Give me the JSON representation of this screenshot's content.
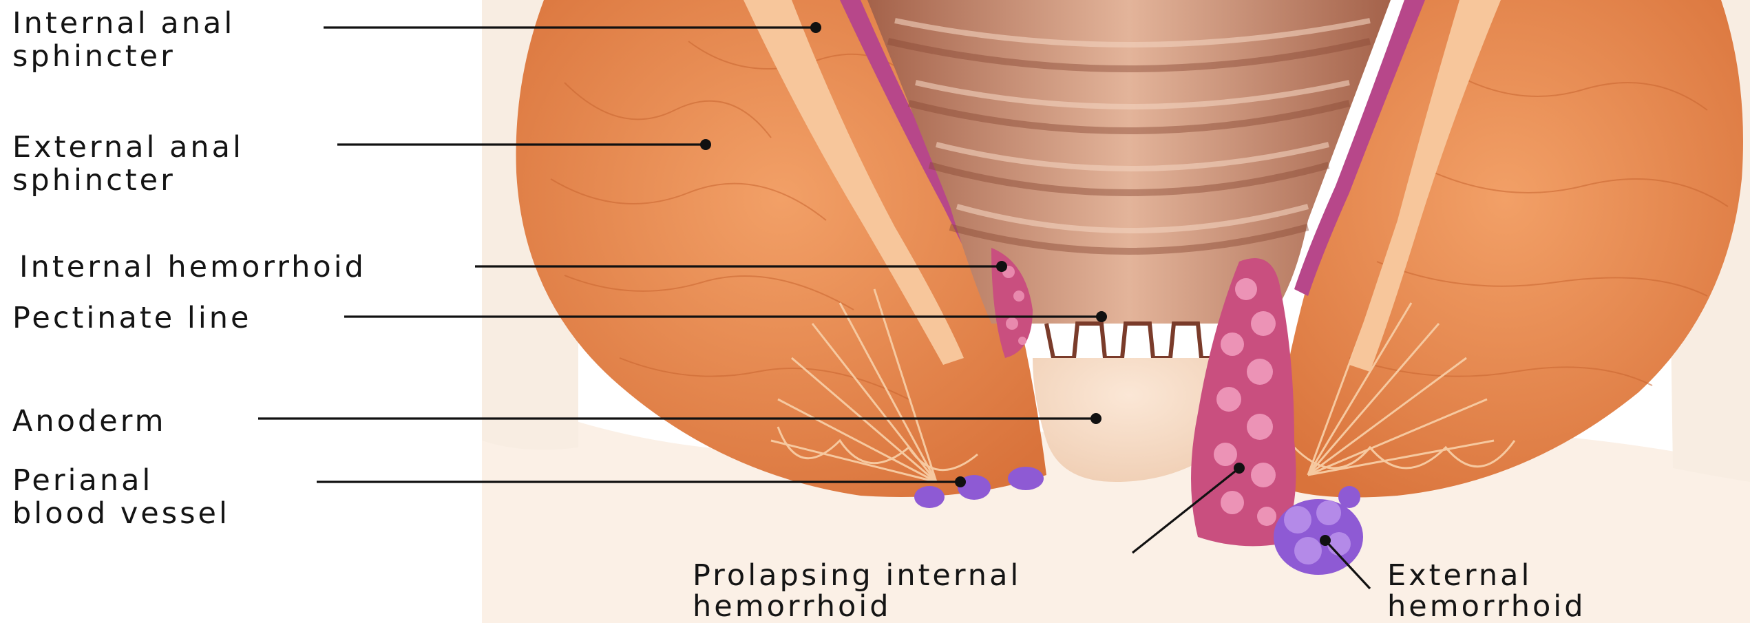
{
  "labels": {
    "internal_anal_sphincter": [
      "Internal anal",
      "sphincter"
    ],
    "external_anal_sphincter": [
      "External anal",
      "sphincter"
    ],
    "internal_hemorrhoid": [
      "Internal hemorrhoid"
    ],
    "pectinate_line": [
      "Pectinate line"
    ],
    "anoderm": [
      "Anoderm"
    ],
    "perianal_blood_vessel": [
      "Perianal",
      "blood vessel"
    ],
    "prolapsing_internal_hemorrhoid": [
      "Prolapsing internal",
      "hemorrhoid"
    ],
    "external_hemorrhoid": [
      "External",
      "hemorrhoid"
    ]
  },
  "colors": {
    "muscle": "#e8834a",
    "muscle_light": "#f4a873",
    "rectum_lumen": "#c9876a",
    "skin": "#f6dcc6",
    "hemorrhoid_internal": "#c94f7f",
    "hemorrhoid_external": "#8e5ad4",
    "mucosa_stripe": "#b7478a"
  }
}
